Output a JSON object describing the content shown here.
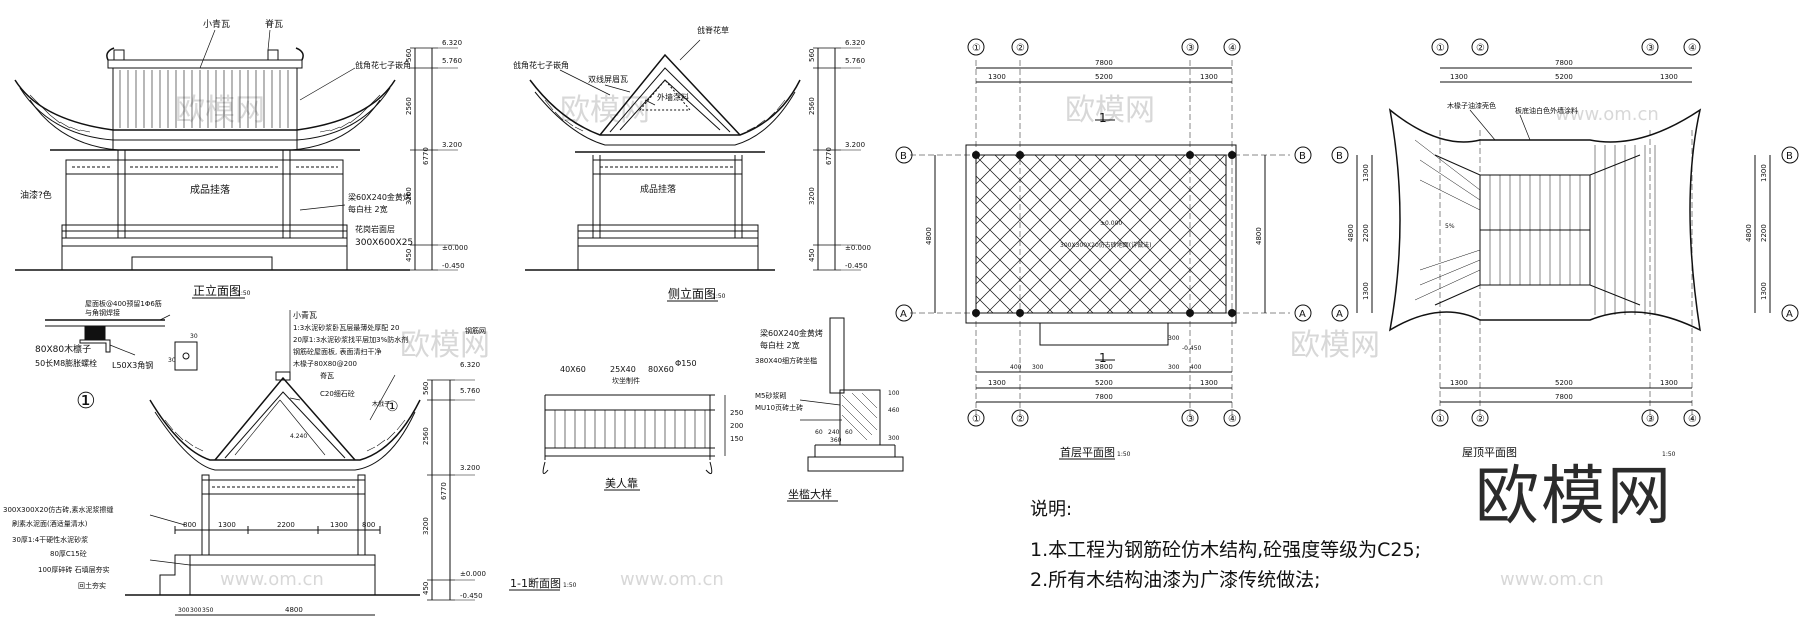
{
  "watermark": {
    "text": "欧模网",
    "url": "www.om.cn"
  },
  "brand": "欧模网",
  "front_elevation": {
    "title": "正立面图",
    "scale": "1:50",
    "labels": {
      "tile": "小青瓦",
      "ridge": "脊瓦",
      "corner_ornament": "戗角花七子嵌角",
      "paint": "油漆?色",
      "lattice": "成品挂落",
      "beam_note": "梁60X240金黄烤",
      "beam_note2": "每白柱 2宽",
      "bench": "花岗岩面层",
      "bench_size": "300X600X25"
    },
    "levels": [
      "6.320",
      "5.760",
      "3.200",
      "±0.000",
      "-0.450"
    ],
    "dims": [
      "560",
      "2560",
      "3200",
      "450",
      "6770"
    ]
  },
  "side_elevation": {
    "title": "侧立面图",
    "scale": "1:50",
    "labels": {
      "ornament": "戗角花七子嵌角",
      "ridge_tile": "双线屏眉瓦",
      "ridge_flower": "戗脊花草",
      "paint": "外墙涂料",
      "lattice": "成品挂落"
    },
    "levels": [
      "6.320",
      "5.760",
      "3.200",
      "±0.000",
      "-0.450"
    ],
    "dims": [
      "560",
      "2560",
      "3200",
      "450",
      "6770"
    ]
  },
  "detail_1": {
    "marker": "①",
    "labels": {
      "l1": "屋面板@400预留1Φ6筋",
      "l2": "与角钢焊接",
      "l3": "80X80木檩子",
      "l4": "50长M8膨胀螺栓",
      "l5": "L50X3角钢"
    },
    "dims": [
      "30",
      "30",
      "80"
    ]
  },
  "section_1_1": {
    "title": "1-1断面图",
    "scale": "1:50",
    "labels": {
      "a": "小青瓦",
      "b": "1:3水泥砂浆卧瓦层最薄处厚配 20",
      "c": "20厚1:3水泥砂浆找平层加3%防水剂",
      "d": "钢筋砼屋面板, 表面清扫干净",
      "e": "木椽子80X80@200",
      "f": "脊瓦",
      "g": "C20细石砼",
      "h": "钢筋网",
      "i": "木戗子",
      "j": "4.240",
      "k1": "300X300X20仿古砖,素水泥浆擦缝",
      "k2": "刷素水泥面(酒适量清水)",
      "k3": "30厚1:4干硬性水泥砂浆",
      "k4": "80厚C15砼",
      "k5": "100厚碎砖 石填层夯实",
      "k6": "回土夯实"
    },
    "levels": [
      "6.320",
      "5.760",
      "3.200",
      "±0.000",
      "-0.450"
    ],
    "dims_v": [
      "560",
      "2560",
      "3200",
      "450",
      "6770"
    ],
    "dims_h": [
      "800",
      "1300",
      "2200",
      "1300",
      "800"
    ],
    "dims_bottom": [
      "300",
      "300",
      "350",
      "4800"
    ]
  },
  "bench": {
    "title": "美人靠",
    "labels": {
      "a": "40X60",
      "b": "25X40",
      "c": "80X60",
      "d": "Φ150",
      "e": "坎坐制件"
    },
    "dims": [
      "250",
      "200",
      "150"
    ]
  },
  "seat_detail": {
    "title": "坐槛大样",
    "labels": {
      "a": "梁60X240金黄烤",
      "b": "每白柱 2宽",
      "c": "380X40细方砖坐槛",
      "d": "M5砂浆砌",
      "e": "MU10页砖土砖"
    },
    "dims": [
      "60",
      "240",
      "60",
      "360",
      "100",
      "460",
      "300"
    ]
  },
  "ground_plan": {
    "title": "首层平面图",
    "scale": "1:50",
    "axes_top": [
      "①",
      "②",
      "③",
      "④"
    ],
    "axes_side": [
      "A",
      "B"
    ],
    "dims_top": [
      "7800",
      "1300",
      "5200",
      "1300"
    ],
    "dims_bottom": [
      "400",
      "300",
      "3800",
      "300",
      "400",
      "5200",
      "1300",
      "7800",
      "1300"
    ],
    "dims_side": [
      "4800"
    ],
    "section_mark": "1",
    "level": "±0.000",
    "level_bottom": "-0.450",
    "note": "300X300X20仿古砖地面(详做法)",
    "step": "300"
  },
  "roof_plan": {
    "title": "屋顶平面图",
    "scale": "1:50",
    "axes_top": [
      "①",
      "②",
      "③",
      "④"
    ],
    "axes_side": [
      "A",
      "B"
    ],
    "dims_top": [
      "7800",
      "1300",
      "5200",
      "1300"
    ],
    "dims_side": [
      "1300",
      "2200",
      "1300",
      "4800"
    ],
    "labels": {
      "a": "木椽子油漆壳色",
      "b": "板底油白色外墙涂料",
      "c": "5%"
    }
  },
  "notes": {
    "title": "说明:",
    "lines": [
      "1.本工程为钢筋砼仿木结构,砼强度等级为C25;",
      "2.所有木结构油漆为广漆传统做法;"
    ]
  }
}
